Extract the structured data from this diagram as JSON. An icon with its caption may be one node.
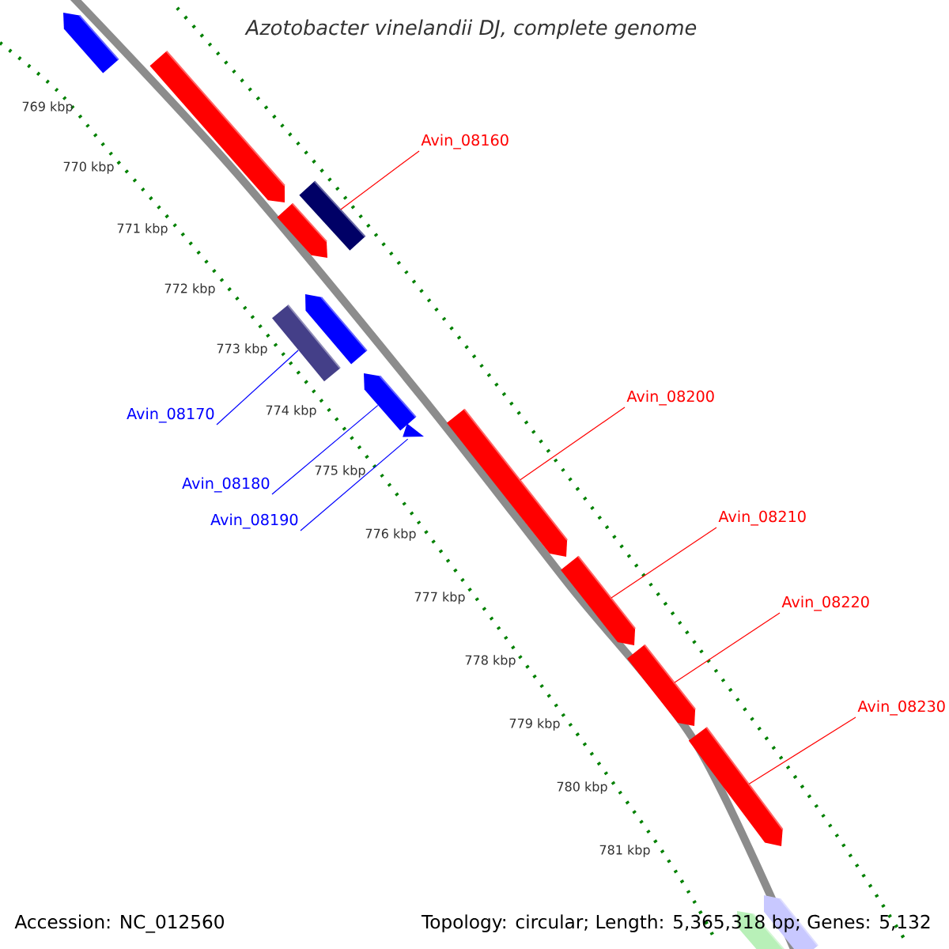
{
  "diagram": {
    "title": "Azotobacter vinelandii DJ, complete genome",
    "nodes": [
      {
        "text": [
          "Avin_08160"
        ]
      },
      {
        "text": [
          "Avin_08170"
        ]
      },
      {
        "text": [
          "Avin_08180"
        ]
      },
      {
        "text": [
          "Avin_08190"
        ]
      },
      {
        "text": [
          "Avin_08200"
        ]
      },
      {
        "text": [
          "Avin_08210"
        ]
      },
      {
        "text": [
          "Avin_08220"
        ]
      },
      {
        "text": [
          "Avin_08230"
        ]
      },
      {
        "text": [],
        "shape": "arrow"
      },
      {
        "text": [],
        "shape": "arrow"
      },
      {
        "text": [],
        "shape": "bar"
      },
      {
        "text": [],
        "shape": "arrow"
      },
      {
        "text": [],
        "shape": "arrow"
      },
      {
        "text": [],
        "shape": "bar"
      },
      {
        "text": [],
        "shape": "arrow"
      },
      {
        "text": [],
        "shape": "arrow"
      },
      {
        "text": [],
        "shape": "triangle"
      },
      {
        "text": [],
        "shape": "arrow"
      },
      {
        "text": [],
        "shape": "arrow"
      },
      {
        "text": [],
        "shape": "arrow"
      },
      {
        "text": [],
        "shape": "arrow"
      },
      {
        "text": [],
        "shape": "arrow"
      }
    ],
    "edges": [
      {
        "from": 0,
        "to": 10,
        "arrow": "none"
      },
      {
        "from": 1,
        "to": 13,
        "arrow": "none",
        "color": "#0000ff"
      },
      {
        "from": 2,
        "to": 14,
        "arrow": "none",
        "color": "#0000ff"
      },
      {
        "from": 3,
        "to": 16,
        "arrow": "none",
        "color": "#0000ff"
      },
      {
        "from": 4,
        "to": 15,
        "arrow": "none"
      },
      {
        "from": 5,
        "to": 17,
        "arrow": "none"
      },
      {
        "from": 6,
        "to": 18,
        "arrow": "none"
      },
      {
        "from": 7,
        "to": 19,
        "arrow": "none"
      }
    ],
    "labels": [
      "769 kbp",
      "770 kbp",
      "771 kbp",
      "772 kbp",
      "773 kbp",
      "774 kbp",
      "775 kbp",
      "776 kbp",
      "777 kbp",
      "778 kbp",
      "779 kbp",
      "780 kbp",
      "781 kbp",
      "Accession: NC_012560",
      "Topology: circular; Length: 5,365,318 bp; Genes: 5,132"
    ]
  }
}
